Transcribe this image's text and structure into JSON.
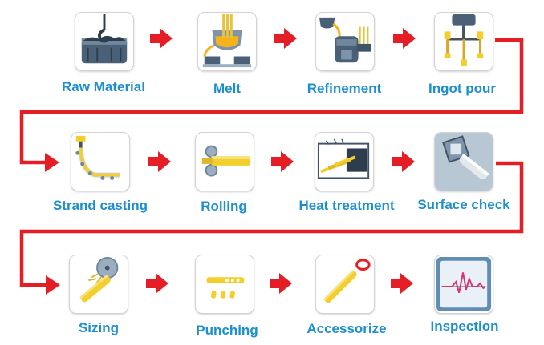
{
  "steps": [
    {
      "label": "Raw Material",
      "icon": "ladle-bucket-icon"
    },
    {
      "label": "Melt",
      "icon": "furnace-icon"
    },
    {
      "label": "Refinement",
      "icon": "refining-vessel-icon"
    },
    {
      "label": "Ingot pour",
      "icon": "ingot-mold-icon"
    },
    {
      "label": "Strand casting",
      "icon": "strand-caster-icon"
    },
    {
      "label": "Rolling",
      "icon": "rolling-mill-icon"
    },
    {
      "label": "Heat treatment",
      "icon": "heat-furnace-icon"
    },
    {
      "label": "Surface check",
      "icon": "surface-inspection-icon"
    },
    {
      "label": "Sizing",
      "icon": "sizing-saw-icon"
    },
    {
      "label": "Punching",
      "icon": "punched-pin-icon"
    },
    {
      "label": "Accessorize",
      "icon": "pin-with-ring-icon"
    },
    {
      "label": "Inspection",
      "icon": "monitor-waveform-icon"
    }
  ],
  "colors": {
    "arrow": "#e51e25",
    "label": "#1d8fd0",
    "steel_dark": "#3f5468",
    "steel_mid": "#7b93a8",
    "metal_gold": "#f2cf2c",
    "molten": "#f5b21a"
  }
}
